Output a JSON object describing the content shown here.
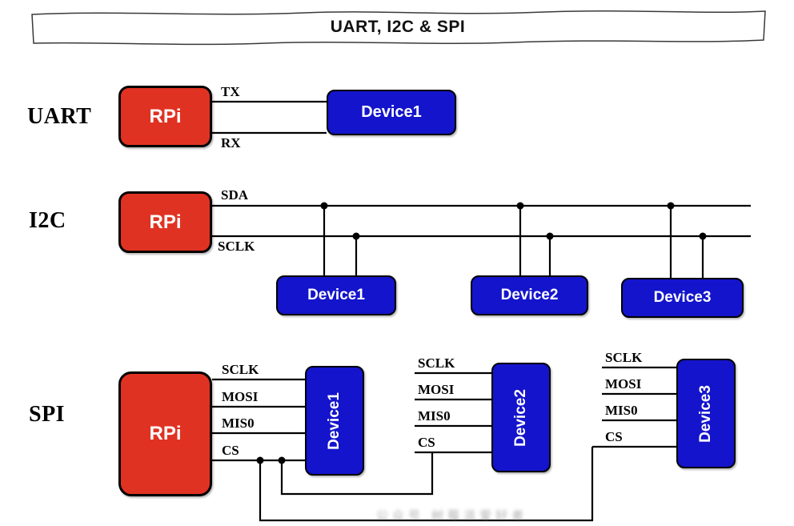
{
  "title": "UART, I2C & SPI",
  "colors": {
    "rpi": "#e03222",
    "device": "#1414cc"
  },
  "uart": {
    "label": "UART",
    "rpi": "RPi",
    "tx": "TX",
    "rx": "RX",
    "device": "Device1"
  },
  "i2c": {
    "label": "I2C",
    "rpi": "RPi",
    "sda": "SDA",
    "sclk": "SCLK",
    "devices": [
      "Device1",
      "Device2",
      "Device3"
    ]
  },
  "spi": {
    "label": "SPI",
    "rpi": "RPi",
    "signals": [
      "SCLK",
      "MOSI",
      "MIS0",
      "CS"
    ],
    "devices": [
      "Device1",
      "Device2",
      "Device3"
    ]
  },
  "watermark": "公众号 树莓派爱好者"
}
